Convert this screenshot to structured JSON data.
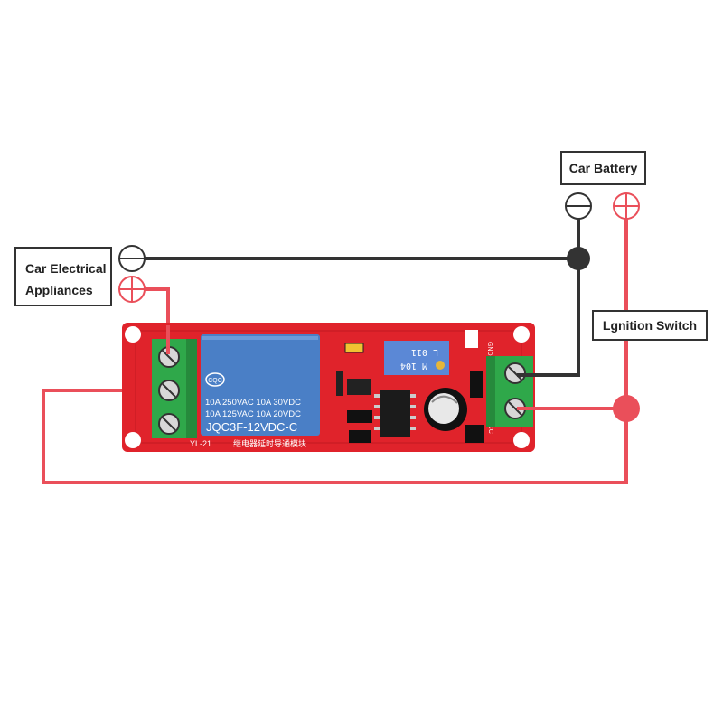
{
  "labels": {
    "appliances_line1": "Car Electrical",
    "appliances_line2": "Appliances",
    "battery": "Car Battery",
    "ignition": "Lgnition Switch"
  },
  "relay": {
    "cert_marks": "CQC",
    "rating_line1": "10A 250VAC 10A 30VDC",
    "rating_line2": "10A 125VAC 10A 20VDC",
    "model": "JQC3F-12VDC-C"
  },
  "potentiometer": {
    "line1": "L 011",
    "line2": "M 104"
  },
  "board": {
    "silk_model": "YL-21",
    "silk_chinese": "继电器延时导通模块",
    "silk_gnd": "GND",
    "silk_vcc": "VCC"
  },
  "colors": {
    "wire_negative": "#333333",
    "wire_positive": "#ea4f5a",
    "pcb": "#e0232b",
    "terminal": "#2fa84a",
    "relay": "#4a7fc6"
  }
}
